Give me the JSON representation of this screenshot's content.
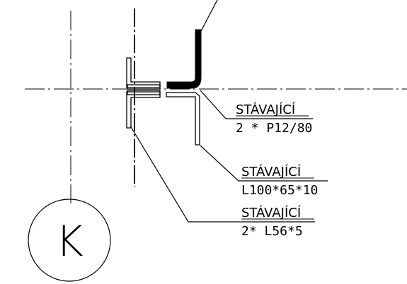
{
  "drawing": {
    "grid_bubble_label": "K",
    "callouts": [
      {
        "status": "STÁVAJÍCÍ",
        "spec": "2 * P12/80"
      },
      {
        "status": "STÁVAJÍCÍ",
        "spec": "L100*65*10"
      },
      {
        "status": "STÁVAJÍCÍ",
        "spec": "2* L56*5"
      }
    ],
    "colors": {
      "line": "#000000",
      "background": "#ffffff"
    }
  }
}
